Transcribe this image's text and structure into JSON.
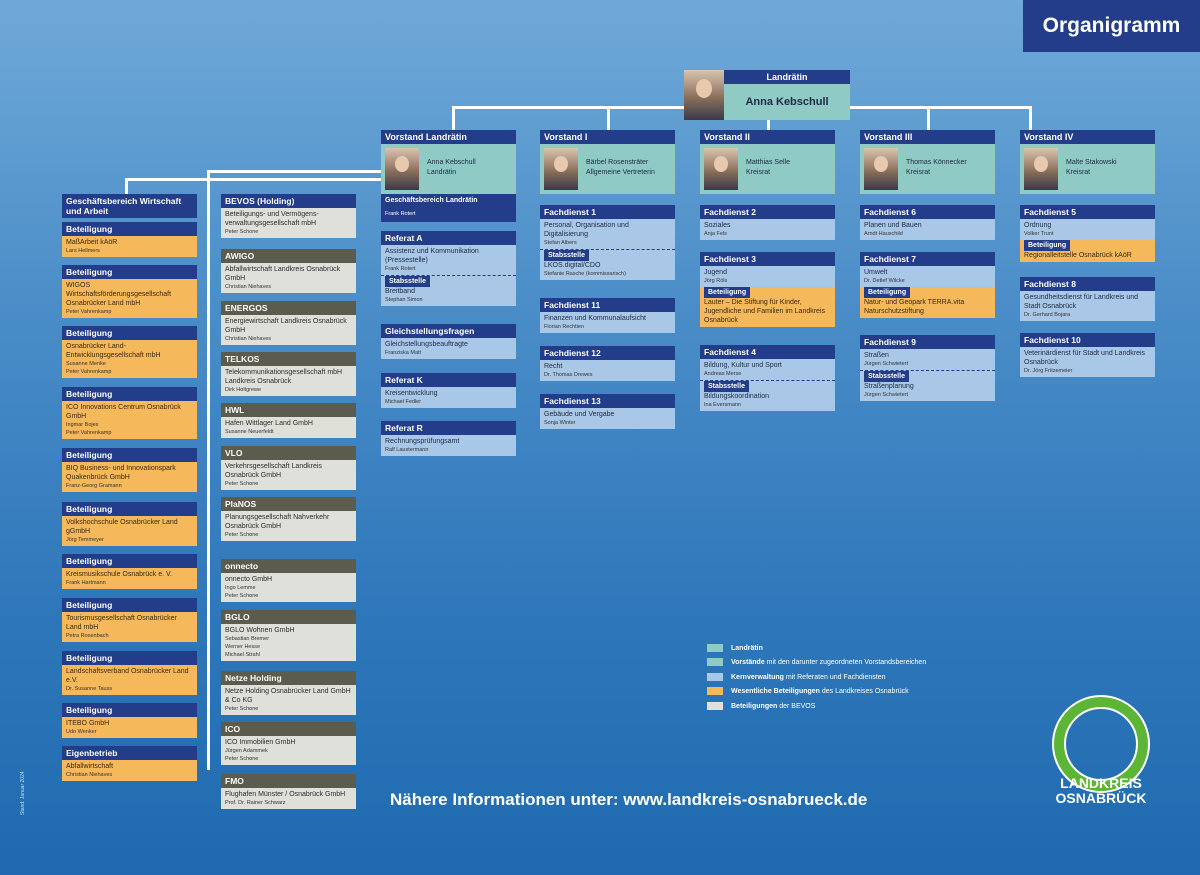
{
  "title": "Organigramm",
  "top": {
    "role": "Landrätin",
    "name": "Anna Kebschull"
  },
  "vorstand": [
    {
      "head": "Vorstand Landrätin",
      "person": "Anna Kebschull",
      "title": "Landrätin"
    },
    {
      "head": "Vorstand I",
      "person": "Bärbel Rosensträter",
      "title": "Allgemeine Vertreterin"
    },
    {
      "head": "Vorstand II",
      "person": "Matthias Selle",
      "title": "Kreisrat"
    },
    {
      "head": "Vorstand III",
      "person": "Thomas Könnecker",
      "title": "Kreisrat"
    },
    {
      "head": "Vorstand IV",
      "person": "Malte Stakowski",
      "title": "Kreisrat"
    }
  ],
  "gb": {
    "head": "Geschäftsbereich Wirtschaft und Arbeit"
  },
  "beteiligungen": [
    {
      "head": "Beteiligung",
      "name": "MaßArbeit kAöR",
      "people": "Lars Hellmers"
    },
    {
      "head": "Beteiligung",
      "name": "WIGOS Wirtschaftsförderungsgesellschaft Osnabrücker Land mbH",
      "people": "Peter Vahrenkamp"
    },
    {
      "head": "Beteiligung",
      "name": "Osnabrücker Land-Entwicklungsgesellschaft mbH",
      "people": "Susanne Menke\nPeter Vahrenkamp"
    },
    {
      "head": "Beteiligung",
      "name": "ICO Innovations Centrum Osnabrück GmbH",
      "people": "Ingmar Bojes\nPeter Vahrenkamp"
    },
    {
      "head": "Beteiligung",
      "name": "BIQ Business- und Innovationspark Quakenbrück GmbH",
      "people": "Franz-Georg Gramann"
    },
    {
      "head": "Beteiligung",
      "name": "Volkshochschule Osnabrücker Land gGmbH",
      "people": "Jörg Temmeyer"
    },
    {
      "head": "Beteiligung",
      "name": "Kreismusikschule Osnabrück e. V.",
      "people": "Frank Hartmann"
    },
    {
      "head": "Beteiligung",
      "name": "Tourismusgesellschaft Osnabrücker Land mbH",
      "people": "Petra Rosenbach"
    },
    {
      "head": "Beteiligung",
      "name": "Landschaftsverband Osnabrücker Land e.V.",
      "people": "Dr. Susanne Tauss"
    },
    {
      "head": "Beteiligung",
      "name": "ITEBO GmbH",
      "people": "Udo Wenker"
    },
    {
      "head": "Eigenbetrieb",
      "name": "Abfallwirtschaft",
      "people": "Christian Niehaves"
    }
  ],
  "bevos": [
    {
      "head": "BEVOS (Holding)",
      "name": "Beteiligungs- und Vermögens-verwaltungsgesellschaft mbH",
      "people": "Peter Schone"
    },
    {
      "head": "AWIGO",
      "name": "Abfallwirtschaft Landkreis Osnabrück GmbH",
      "people": "Christian Niehaves"
    },
    {
      "head": "ENERGOS",
      "name": "Energiewirtschaft Landkreis Osnabrück GmbH",
      "people": "Christian Niehaves"
    },
    {
      "head": "TELKOS",
      "name": "Telekommunikationsgesellschaft mbH Landkreis Osnabrück",
      "people": "Dirk Holtgrewe"
    },
    {
      "head": "HWL",
      "name": "Hafen Wittlager Land GmbH",
      "people": "Susanne Neuerfeldt"
    },
    {
      "head": "VLO",
      "name": "Verkehrsgesellschaft Landkreis Osnabrück GmbH",
      "people": "Peter Schone"
    },
    {
      "head": "PlaNOS",
      "name": "Planungsgesellschaft Nahverkehr Osnabrück GmbH",
      "people": "Peter Schone"
    },
    {
      "head": "onnecto",
      "name": "onnecto GmbH",
      "people": "Ingo Lemme\nPeter Schone"
    },
    {
      "head": "BGLO",
      "name": "BGLO Wohnen GmbH",
      "people": "Sebastian Bremer\nWerner Hesse\nMichael Strahl"
    },
    {
      "head": "Netze Holding",
      "name": "Netze Holding Osnabrücker Land GmbH & Co KG",
      "people": "Peter Schone"
    },
    {
      "head": "ICO",
      "name": "ICO Immobilien GmbH",
      "people": "Jürgen Adammek\nPeter Schone"
    },
    {
      "head": "FMO",
      "name": "Flughafen Münster / Osnabrück GmbH",
      "people": "Prof. Dr. Rainer Schwarz"
    }
  ],
  "col_landraetin": {
    "gb": {
      "head": "Geschäftsbereich Landrätin",
      "people": "Frank Rotert"
    },
    "refA": {
      "head": "Referat A",
      "name": "Assistenz und Kommunikation (Pressestelle)",
      "people": "Frank Rotert",
      "stab_head": "Stabsstelle",
      "stab_name": "Breitband",
      "stab_people": "Stephan Simon"
    },
    "gleich": {
      "head": "Gleichstellungsfragen",
      "name": "Gleichstellungsbeauftragte",
      "people": "Franziska Matt"
    },
    "refK": {
      "head": "Referat K",
      "name": "Kreisentwicklung",
      "people": "Michael Fedler"
    },
    "refR": {
      "head": "Referat R",
      "name": "Rechnungsprüfungsamt",
      "people": "Ralf Laustermann"
    }
  },
  "col_v1": {
    "fd1": {
      "head": "Fachdienst 1",
      "name": "Personal, Organisation und Digitalisierung",
      "people": "Stefan Albers",
      "stab_head": "Stabsstelle",
      "stab_name": "LKOS.digital/CDO",
      "stab_people": "Stefanie Rasche (kommissarisch)"
    },
    "fd11": {
      "head": "Fachdienst 11",
      "name": "Finanzen und Kommunalaufsicht",
      "people": "Florian Rechtien"
    },
    "fd12": {
      "head": "Fachdienst 12",
      "name": "Recht",
      "people": "Dr. Thomas Drewes"
    },
    "fd13": {
      "head": "Fachdienst 13",
      "name": "Gebäude und Vergabe",
      "people": "Sonja Winter"
    }
  },
  "col_v2": {
    "fd2": {
      "head": "Fachdienst 2",
      "name": "Soziales",
      "people": "Anja Fels"
    },
    "fd3": {
      "head": "Fachdienst 3",
      "name": "Jugend",
      "people": "Jörg Röls",
      "bet_head": "Beteiligung",
      "bet_name": "Lauter – Die Stiftung für Kinder, Jugendliche und Familien im Landkreis Osnabrück"
    },
    "fd4": {
      "head": "Fachdienst 4",
      "name": "Bildung, Kultur und Sport",
      "people": "Andreas Merse",
      "stab_head": "Stabsstelle",
      "stab_name": "Bildungskoordination",
      "stab_people": "Ina Eversmann"
    }
  },
  "col_v3": {
    "fd6": {
      "head": "Fachdienst 6",
      "name": "Planen und Bauen",
      "people": "Arndt Hauschild"
    },
    "fd7": {
      "head": "Fachdienst 7",
      "name": "Umwelt",
      "people": "Dr. Detlef Wilcke",
      "bet_head": "Beteiligung",
      "bet_name": "Natur- und Geopark TERRA.vita Naturschutzstiftung"
    },
    "fd9": {
      "head": "Fachdienst 9",
      "name": "Straßen",
      "people": "Jürgen Schwietert",
      "stab_head": "Stabsstelle",
      "stab_name": "Straßenplanung",
      "stab_people": "Jürgen Schwietert"
    }
  },
  "col_v4": {
    "fd5": {
      "head": "Fachdienst 5",
      "name": "Ordnung",
      "people": "Volker Trunt",
      "bet_head": "Beteiligung",
      "bet_name": "Regionalleitstelle Osnabrück kAöR"
    },
    "fd8": {
      "head": "Fachdienst 8",
      "name": "Gesundheitsdienst für Landkreis und Stadt Osnabrück",
      "people": "Dr. Gerhard Bojara"
    },
    "fd10": {
      "head": "Fachdienst 10",
      "name": "Veterinärdienst für Stadt und Landkreis Osnabrück",
      "people": "Dr. Jörg Fritzemeier"
    }
  },
  "legend": [
    {
      "bold": "Landrätin",
      "rest": "",
      "color": "#8fcac4"
    },
    {
      "bold": "Vorstände",
      "rest": " mit den darunter zugeordneten Vorstandsbereichen",
      "color": "#8fcac4"
    },
    {
      "bold": "Kernverwaltung",
      "rest": " mit Referaten und Fachdiensten",
      "color": "#a9c7e6"
    },
    {
      "bold": "Wesentliche Beteiligungen",
      "rest": " des Landkreises Osnabrück",
      "color": "#f5b85b"
    },
    {
      "bold": "Beteiligungen",
      "rest": " der BEVOS",
      "color": "#dfe0d9"
    }
  ],
  "footer_info": "Nähere Informationen unter: www.landkreis-osnabrueck.de",
  "logo": {
    "line1": "LANDKREIS",
    "line2": "OSNABRÜCK"
  },
  "side_note": "Stand: Januar 2024",
  "colors": {
    "navy": "#233d8a",
    "teal": "#8fcac4",
    "blue": "#a9c7e6",
    "orange": "#f5b85b",
    "grey": "#dfe0d9",
    "green": "#5db536"
  }
}
